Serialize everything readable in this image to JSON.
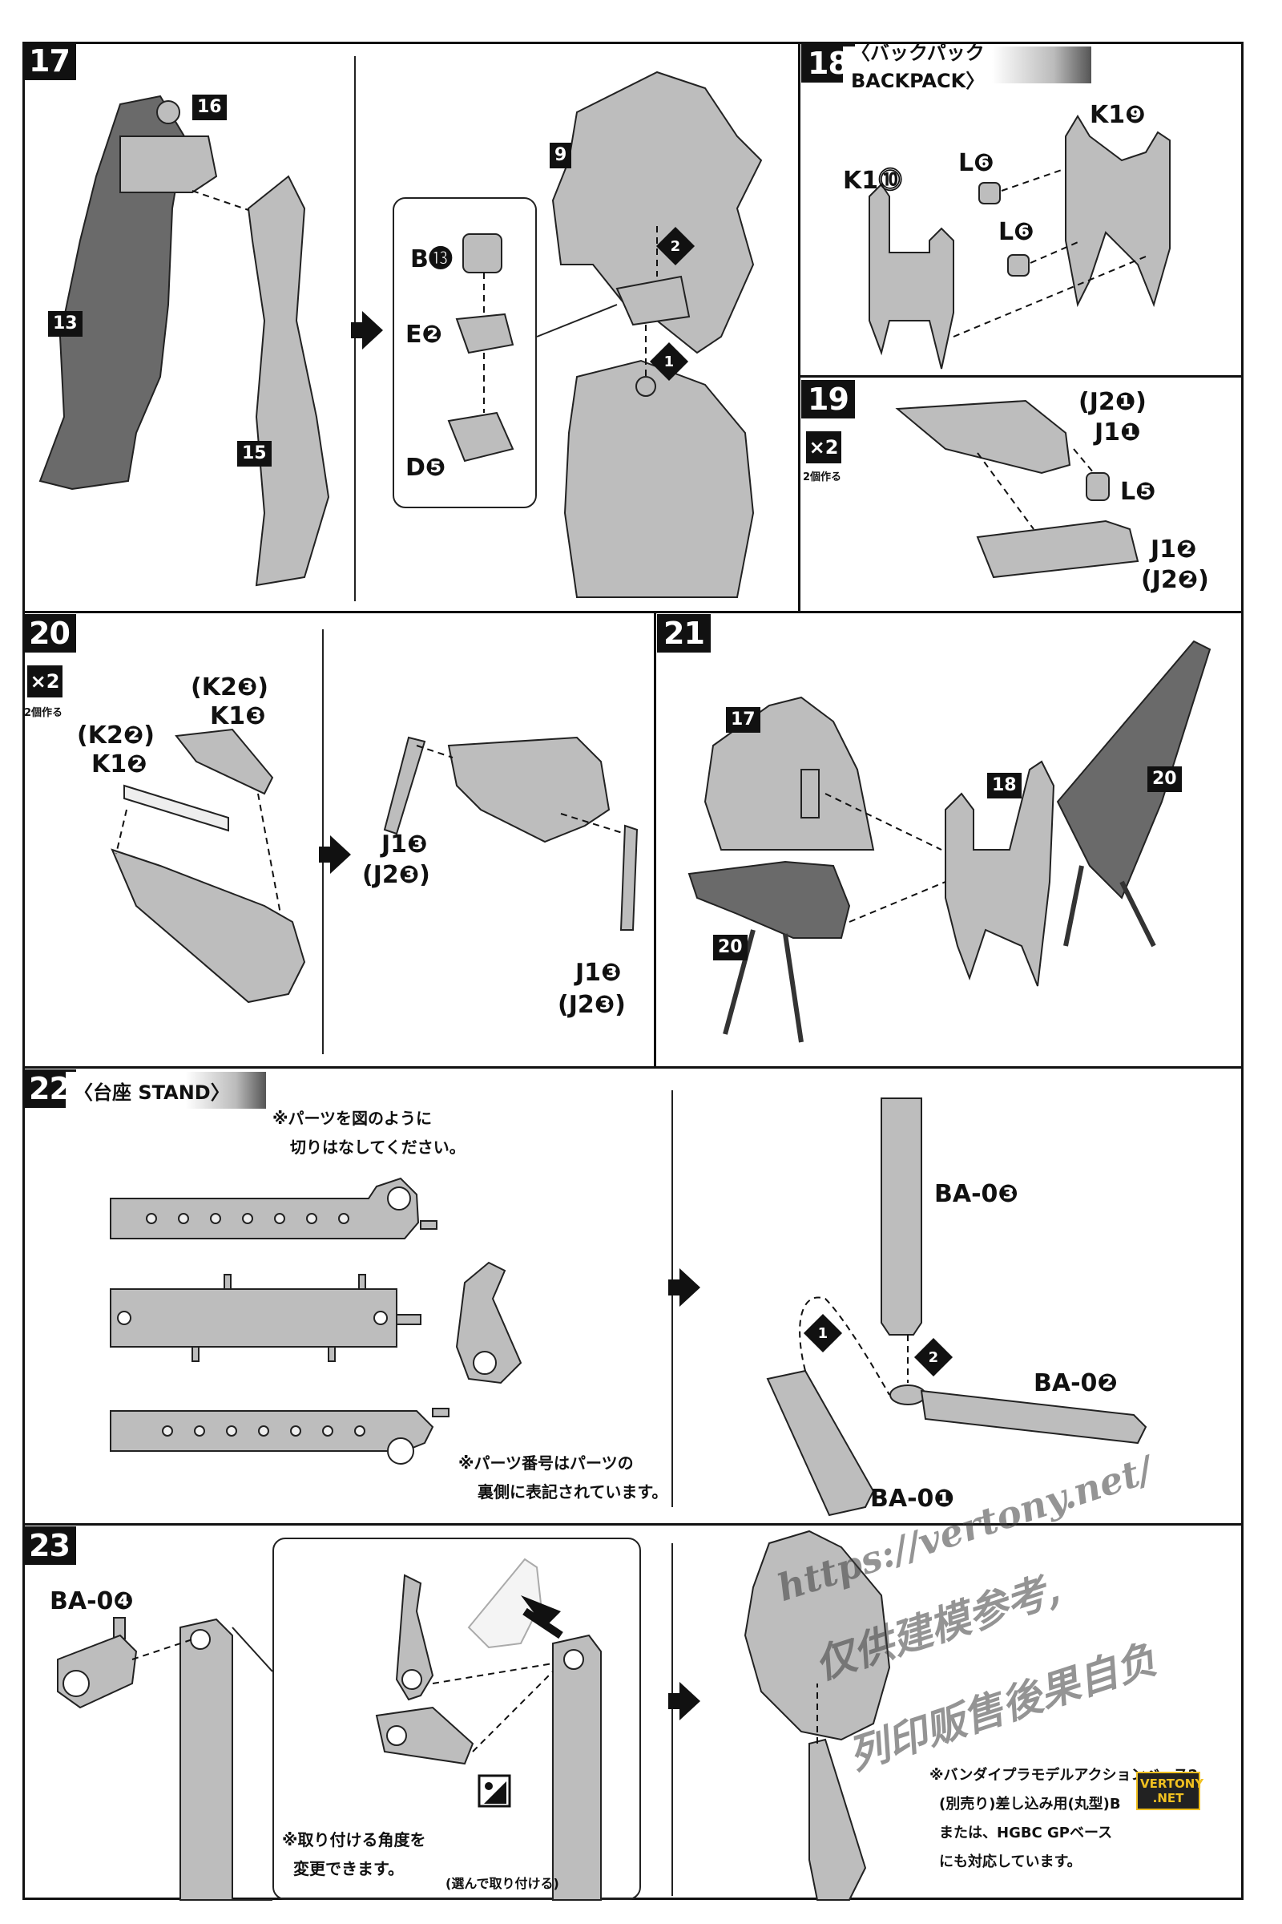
{
  "steps": {
    "s17": {
      "number": "17",
      "tags": {
        "t16": "16",
        "t13": "13",
        "t15": "15",
        "t9": "9"
      },
      "parts": {
        "b": "B⓭",
        "e": "E❷",
        "d": "D❺"
      },
      "order": {
        "o1": "1",
        "o2": "2"
      }
    },
    "s18": {
      "number": "18",
      "title": "〈バックパック BACKPACK〉",
      "parts": {
        "k110": "K1⓾",
        "k19": "K1❾",
        "l6a": "L❻",
        "l6b": "L❻"
      }
    },
    "s19": {
      "number": "19",
      "count": "×2",
      "count_note": "2個作る",
      "parts": {
        "j21": "(J2❶)",
        "j11": "J1❶",
        "l5": "L❺",
        "j12": "J1❷",
        "j22": "(J2❷)"
      }
    },
    "s20": {
      "number": "20",
      "count": "×2",
      "count_note": "2個作る",
      "parts": {
        "k23": "(K2❸)",
        "k13": "K1❸",
        "k22": "(K2❷)",
        "k12": "K1❷",
        "j13a": "J1❸",
        "j23a": "(J2❸)",
        "j13b": "J1❸",
        "j23b": "(J2❸)"
      }
    },
    "s21": {
      "number": "21",
      "tags": {
        "t17": "17",
        "t18": "18",
        "t20a": "20",
        "t20b": "20"
      }
    },
    "s22": {
      "number": "22",
      "title": "〈台座 STAND〉",
      "note1a": "※パーツを図のように",
      "note1b": "切りはなしてください。",
      "note2a": "※パーツ番号はパーツの",
      "note2b": "裏側に表記されています。",
      "parts": {
        "ba3": "BA-0❸",
        "ba2": "BA-0❷",
        "ba1": "BA-0❶"
      },
      "order": {
        "o1": "1",
        "o2": "2"
      }
    },
    "s23": {
      "number": "23",
      "parts": {
        "ba4": "BA-0❹"
      },
      "note1a": "※取り付ける角度を",
      "note1b": "変更できます。",
      "select_note": "(選んで取り付ける)",
      "note2a": "※バンダイプラモデルアクションベース2",
      "note2b": "(別売り)差し込み用(丸型)B",
      "note2c": "または、HGBC GPベース",
      "note2d": "にも対応しています。"
    }
  },
  "watermark": {
    "url": "https://vertony.net/",
    "line1": "仅供建模参考,",
    "line2": "列印贩售後果自负"
  },
  "stamp": {
    "line1": "VERTONY",
    "line2": ".NET"
  },
  "colors": {
    "ink": "#111111",
    "part_fill": "#bdbdbd",
    "part_dark": "#6a6a6a",
    "stamp_fg": "#f0c020"
  }
}
